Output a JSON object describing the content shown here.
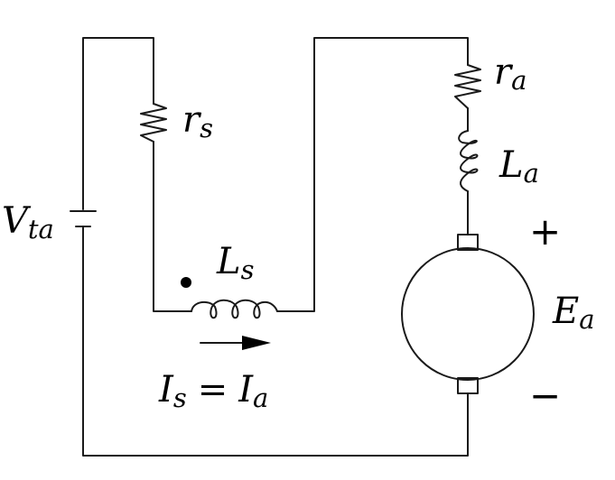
{
  "labels": {
    "source_voltage": {
      "main": "V",
      "sub": "ta"
    },
    "series_resistance": {
      "main": "r",
      "sub": "s"
    },
    "series_inductance": {
      "main": "L",
      "sub": "s"
    },
    "armature_resistance": {
      "main": "r",
      "sub": "a"
    },
    "armature_inductance": {
      "main": "L",
      "sub": "a"
    },
    "back_emf": {
      "main": "E",
      "sub": "a"
    },
    "current_relation": {
      "left_main": "I",
      "left_sub": "s",
      "equals": "=",
      "right_main": "I",
      "right_sub": "a"
    },
    "plus_sign": "+",
    "minus_sign": "−"
  },
  "colors": {
    "line": "#1a1a1a",
    "text": "#000000",
    "background": "#ffffff"
  }
}
